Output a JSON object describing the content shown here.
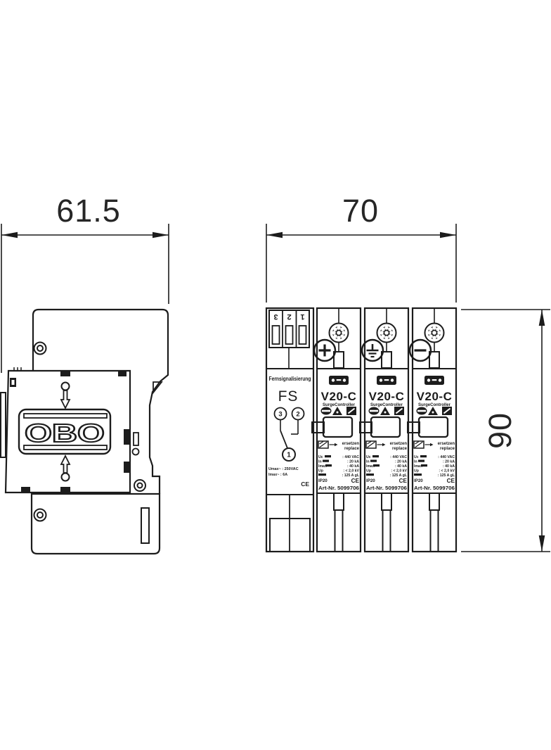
{
  "colors": {
    "ink": "#1c1c1c",
    "background": "#ffffff"
  },
  "dimension_labels": {
    "side_view_width": "61.5",
    "front_view_width": "70",
    "front_view_height": "90"
  },
  "side_view": {
    "logo_text": "OBO"
  },
  "front_view": {
    "terminal_block": {
      "digits": [
        "3",
        "2",
        "1"
      ]
    },
    "fs_module": {
      "title": "Fernsignalisierung",
      "abbreviation": "FS",
      "contact_left": "3",
      "contact_right": "2",
      "contact_common": "1",
      "rating_voltage": "Umax~  :  250VAC",
      "rating_current": "Imax~  :  6A",
      "ce_mark": "CE"
    },
    "surge_module": {
      "model": "V20-C",
      "subtitle": "SurgeController",
      "approval_icons": [
        "vde-oval-icon",
        "triangle-cert-icon",
        "square-cert-icon"
      ],
      "polarity_icons": [
        "plus-icon",
        "earth-icon",
        "minus-icon"
      ],
      "replace_de": "ersetzen",
      "replace_en": "replace",
      "specs": [
        {
          "label": "Uc",
          "value": ":  440 VAC"
        },
        {
          "label": "In",
          "value": ":  20 kA"
        },
        {
          "label": "Imax",
          "value": ":  40 kA"
        },
        {
          "label": "Up",
          "value": ":  < 2,0 kV"
        },
        {
          "label": "",
          "value": ":  125 A gL"
        }
      ],
      "ip_rating": "IP20",
      "ce_mark": "CE",
      "article_number": "Art-Nr. 5099706"
    }
  }
}
